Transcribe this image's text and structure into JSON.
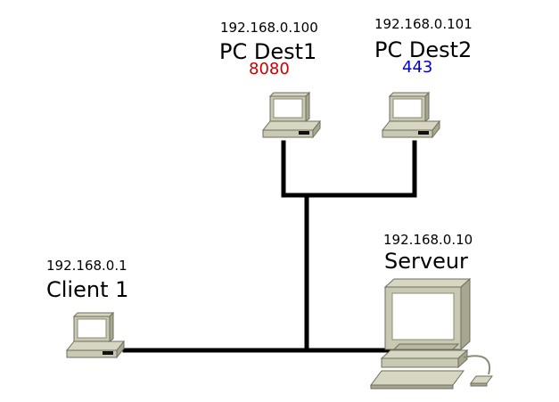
{
  "colors": {
    "link": "#000000",
    "port_dest1": "#cc0000",
    "port_dest2": "#0000cc",
    "device_body": "#c9c8b2",
    "device_shade": "#a7a690",
    "device_dark": "#8c8b76",
    "screen": "#ffffff",
    "slot": "#111111"
  },
  "nodes": {
    "dest1": {
      "ip": "192.168.0.100",
      "name": "PC Dest1",
      "port": "8080",
      "icon": "desktop-pc-icon"
    },
    "dest2": {
      "ip": "192.168.0.101",
      "name": "PC Dest2",
      "port": "443",
      "icon": "desktop-pc-icon"
    },
    "client": {
      "ip": "192.168.0.1",
      "name": "Client 1",
      "icon": "desktop-pc-icon"
    },
    "server": {
      "ip": "192.168.0.10",
      "name": "Serveur",
      "icon": "server-computer-icon"
    }
  }
}
